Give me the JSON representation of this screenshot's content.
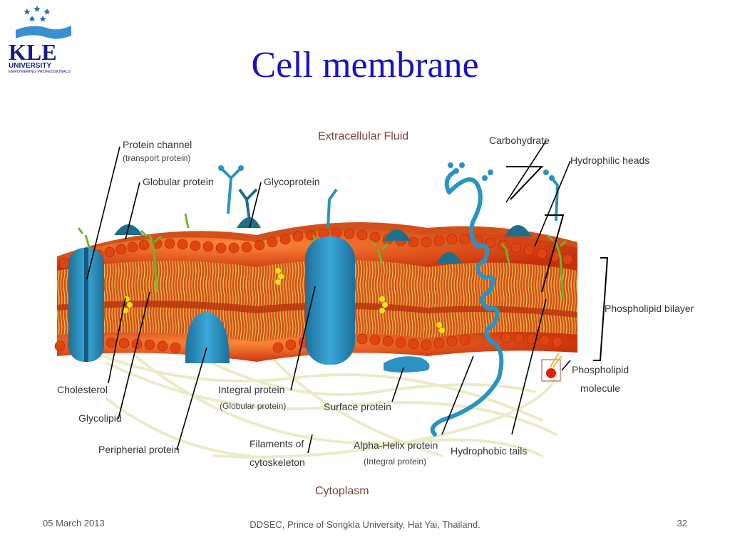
{
  "logo": {
    "word": "KLE",
    "line1": "UNIVERSITY",
    "line2": "EMPOWERING PROFESSIONALS"
  },
  "title": "Cell membrane",
  "diagram": {
    "extracellular": "Extracellular Fluid",
    "cytoplasm": "Cytoplasm",
    "labels": {
      "protein_channel": "Protein channel",
      "protein_channel_sub": "(transport protein)",
      "globular_protein": "Globular protein",
      "glycoprotein": "Glycoprotein",
      "carbohydrate": "Carbohydrate",
      "hydrophilic_heads": "Hydrophilic heads",
      "phospholipid_bilayer": "Phospholipid bilayer",
      "phospholipid_molecule_1": "Phospholipid",
      "phospholipid_molecule_2": "molecule",
      "cholesterol": "Cholesterol",
      "glycolipid": "Glycolipid",
      "peripheral_protein": "Peripherial protein",
      "integral_protein": "Integral protein",
      "integral_protein_sub": "(Globular protein)",
      "surface_protein": "Surface protein",
      "filaments_1": "Filaments of",
      "filaments_2": "cytoskeleton",
      "alpha_helix": "Alpha-Helix protein",
      "alpha_helix_sub": "(Integral protein)",
      "hydrophobic_tails": "Hydrophobic tails"
    }
  },
  "footer": {
    "date": "05 March 2013",
    "center": "DDSEC, Prince of Songkla University, Hat Yai, Thailand.",
    "page": "32"
  },
  "colors": {
    "title": "#1a10c8",
    "heads": "#e0440f",
    "protein": "#2a93c4",
    "tails": "#e8b840",
    "filament": "#ecebc8"
  }
}
